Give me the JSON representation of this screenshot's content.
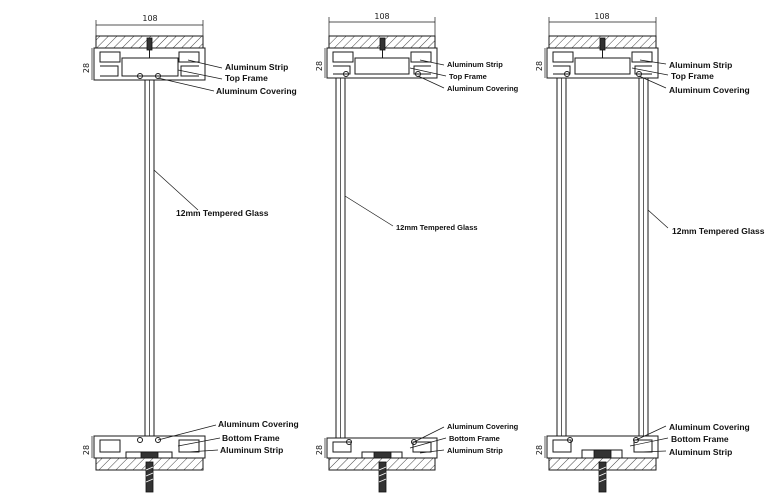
{
  "drawings": [
    {
      "width_dim": "108",
      "height_dim_top": "28",
      "height_dim_bottom": "28",
      "labels": {
        "aluminum_strip_top": "Aluminum Strip",
        "top_frame": "Top Frame",
        "aluminum_covering_top": "Aluminum Covering",
        "glass": "12mm Tempered Glass",
        "aluminum_covering_bottom": "Aluminum Covering",
        "bottom_frame": "Bottom Frame",
        "aluminum_strip_bottom": "Aluminum Strip"
      }
    },
    {
      "width_dim": "108",
      "height_dim_top": "28",
      "height_dim_bottom": "28",
      "labels": {
        "aluminum_strip_top": "Aluminum Strip",
        "top_frame": "Top Frame",
        "aluminum_covering_top": "Aluminum Covering",
        "glass": "12mm Tempered Glass",
        "aluminum_covering_bottom": "Aluminum Covering",
        "bottom_frame": "Bottom Frame",
        "aluminum_strip_bottom": "Aluminum Strip"
      }
    },
    {
      "width_dim": "108",
      "height_dim_top": "28",
      "height_dim_bottom": "28",
      "labels": {
        "aluminum_strip_top": "Aluminum Strip",
        "top_frame": "Top Frame",
        "aluminum_covering_top": "Aluminum Covering",
        "glass": "12mm Tempered Glass",
        "aluminum_covering_bottom": "Aluminum Covering",
        "bottom_frame": "Bottom Frame",
        "aluminum_strip_bottom": "Aluminum Strip"
      }
    }
  ]
}
